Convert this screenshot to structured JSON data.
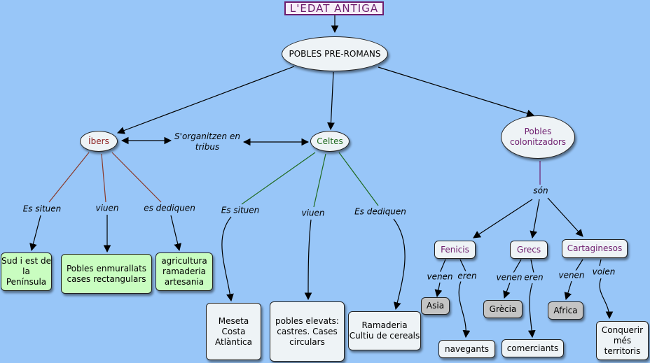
{
  "title": "L'EDAT  ANTIGA",
  "nodes": {
    "pobles_pre_romans": "POBLES PRE-ROMANS",
    "ibers": "Íbers",
    "celtes": "Celtes",
    "pobles_colonitzadors": "Pobles colonitzadors",
    "organitzen_tribus": "S'organitzen en tribus",
    "ibers_sud": "Sud i est de la Península",
    "ibers_pobles": "Pobles enmurallats cases rectangulars",
    "ibers_agricultura": "agricultura ramaderia artesania",
    "celtes_meseta": "Meseta Costa Atlàntica",
    "celtes_pobles": "pobles elevats: castres. Cases circulars",
    "celtes_ramaderia": "Ramaderia Cultiu de cereals",
    "fenicis": "Fenicis",
    "grecs": "Grecs",
    "cartaginesos": "Cartaginesos",
    "asia": "Asia",
    "navegants": "navegants",
    "grecia": "Grècia",
    "comerciants": "comerciants",
    "africa": "Africa",
    "conquerir": "Conquerir més territoris"
  },
  "labels": {
    "es_situen_1": "Es situen",
    "viuen_1": "viuen",
    "es_dediquen_1": "es dediquen",
    "es_situen_2": "Es situen",
    "viuen_2": "viuen",
    "es_dediquen_2": "Es dediquen",
    "son": "són",
    "venen_1": "venen",
    "eren_1": "eren",
    "venen_2": "venen",
    "eren_2": "eren",
    "venen_3": "venen",
    "volen": "volen"
  },
  "colors": {
    "background": "#98c6f8",
    "title": "#6e1d6e",
    "ibers_text": "#8a1a1a",
    "celtes_text": "#1f6a1f",
    "colonitzadors_text": "#6e1d6e",
    "green_box": "#c9fdc0",
    "grey_box": "#c4c4c4",
    "ibers_links": "#8a3a2a",
    "celtes_links": "#1f6a1f"
  }
}
